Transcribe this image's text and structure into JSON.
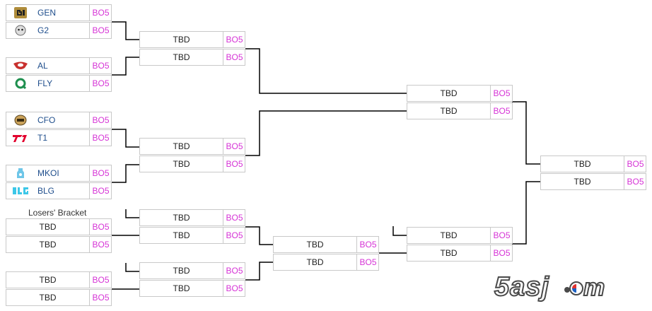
{
  "bracket": {
    "losers_label": "Losers' Bracket",
    "round1": [
      {
        "t1": {
          "name": "GEN",
          "logo": "gen-logo-icon"
        },
        "t2": {
          "name": "G2",
          "logo": "g2-logo-icon"
        },
        "bo1": "BO5",
        "bo2": "BO5"
      },
      {
        "t1": {
          "name": "AL",
          "logo": "al-logo-icon"
        },
        "t2": {
          "name": "FLY",
          "logo": "fly-logo-icon"
        },
        "bo1": "BO5",
        "bo2": "BO5"
      },
      {
        "t1": {
          "name": "CFO",
          "logo": "cfo-logo-icon"
        },
        "t2": {
          "name": "T1",
          "logo": "t1-logo-icon"
        },
        "bo1": "BO5",
        "bo2": "BO5"
      },
      {
        "t1": {
          "name": "MKOI",
          "logo": "mkoi-logo-icon"
        },
        "t2": {
          "name": "BLG",
          "logo": "blg-logo-icon"
        },
        "bo1": "BO5",
        "bo2": "BO5"
      }
    ],
    "losers_round1": [
      {
        "t1": "TBD",
        "t2": "TBD",
        "bo1": "BO5",
        "bo2": "BO5"
      },
      {
        "t1": "TBD",
        "t2": "TBD",
        "bo1": "BO5",
        "bo2": "BO5"
      }
    ],
    "round2": [
      {
        "t1": "TBD",
        "t2": "TBD",
        "bo1": "BO5",
        "bo2": "BO5"
      },
      {
        "t1": "TBD",
        "t2": "TBD",
        "bo1": "BO5",
        "bo2": "BO5"
      }
    ],
    "losers_round2": [
      {
        "t1": "TBD",
        "t2": "TBD",
        "bo1": "BO5",
        "bo2": "BO5"
      },
      {
        "t1": "TBD",
        "t2": "TBD",
        "bo1": "BO5",
        "bo2": "BO5"
      }
    ],
    "losers_round3": [
      {
        "t1": "TBD",
        "t2": "TBD",
        "bo1": "BO5",
        "bo2": "BO5"
      }
    ],
    "winners_final": {
      "t1": "TBD",
      "t2": "TBD",
      "bo1": "BO5",
      "bo2": "BO5"
    },
    "losers_final": {
      "t1": "TBD",
      "t2": "TBD",
      "bo1": "BO5",
      "bo2": "BO5"
    },
    "grand_final": {
      "t1": "TBD",
      "t2": "TBD",
      "bo1": "BO5",
      "bo2": "BO5"
    }
  },
  "watermark": {
    "text": "5asj.com"
  },
  "colors": {
    "bo": "#d633d6",
    "team": "#1f4e8c",
    "border": "#c9c9c9",
    "line": "#000000"
  }
}
